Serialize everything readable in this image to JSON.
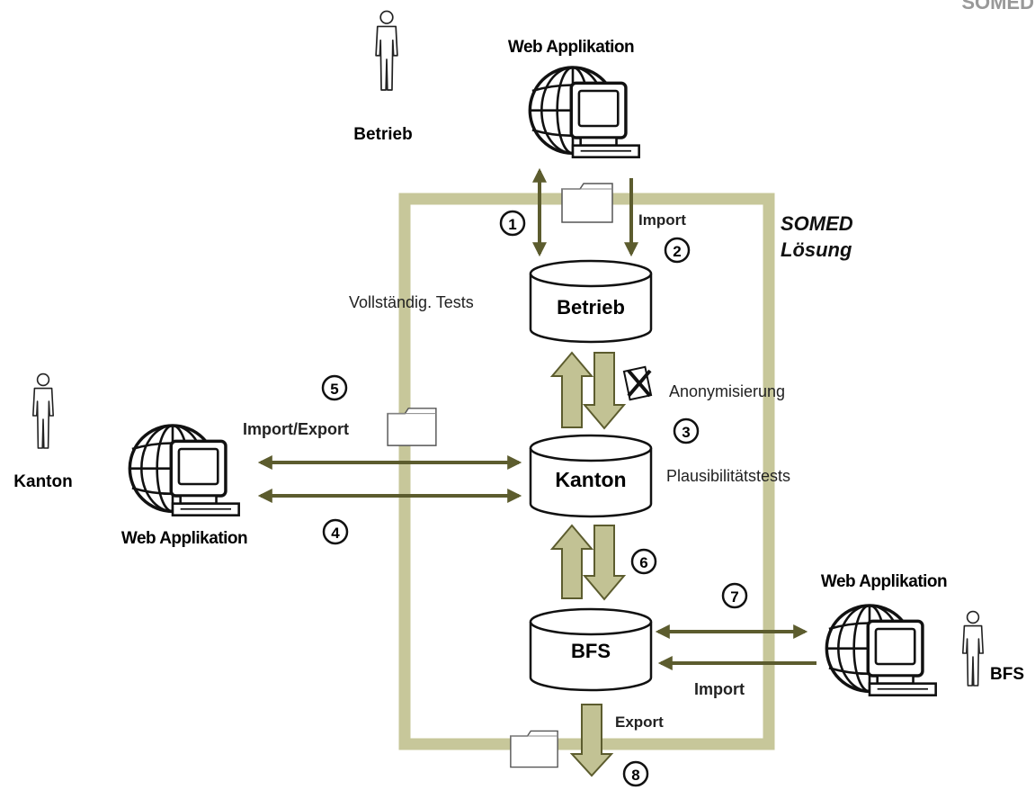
{
  "corner_text": "SOMED",
  "actors": {
    "top": {
      "label": "Betrieb",
      "icon": "person-icon"
    },
    "left": {
      "label": "Kanton",
      "icon": "person-icon"
    },
    "right": {
      "label": "BFS",
      "icon": "person-icon"
    }
  },
  "web_apps": {
    "top": {
      "label": "Web Applikation",
      "icon": "globe-computer-icon"
    },
    "left": {
      "label": "Web Applikation",
      "icon": "globe-computer-icon"
    },
    "right": {
      "label": "Web Applikation",
      "icon": "globe-computer-icon"
    }
  },
  "databases": {
    "betrieb": "Betrieb",
    "kanton": "Kanton",
    "bfs": "BFS"
  },
  "boundary": {
    "label_line1": "SOMED",
    "label_line2": "Lösung",
    "color": "#c7c79a"
  },
  "labels": {
    "import_top": "Import",
    "vollstaendig": "Vollständig. Tests",
    "anonymisierung": "Anonymisierung",
    "plausibilitaet": "Plausibilitätstests",
    "import_export": "Import/Export",
    "import_bfs": "Import",
    "export": "Export"
  },
  "steps": [
    "1",
    "2",
    "3",
    "4",
    "5",
    "6",
    "7",
    "8"
  ],
  "colors": {
    "arrow": "#5c5c2e",
    "block_arrow": "#c2c294",
    "boundary": "#c7c79a"
  }
}
